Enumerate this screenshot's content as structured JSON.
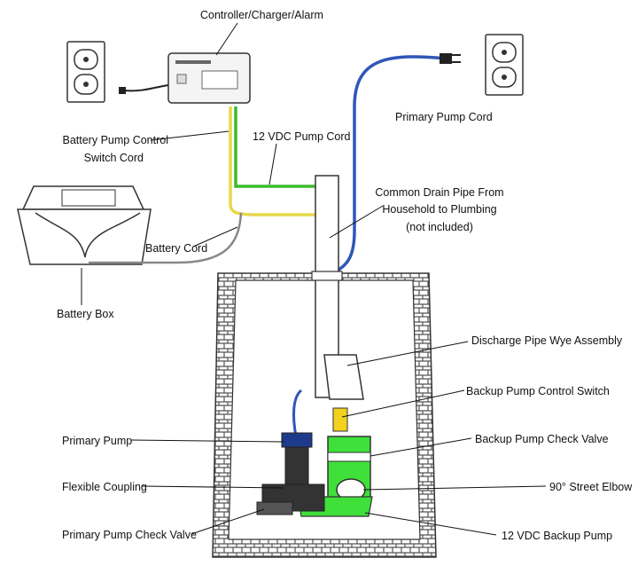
{
  "labels": {
    "controller": "Controller/Charger/Alarm",
    "battery_control_cord_1": "Battery Pump Control",
    "battery_control_cord_2": "Switch Cord",
    "vdc_pump_cord": "12 VDC Pump Cord",
    "primary_pump_cord": "Primary Pump Cord",
    "common_drain_1": "Common Drain Pipe From",
    "common_drain_2": "Household to Plumbing",
    "common_drain_3": "(not included)",
    "battery_cord": "Battery Cord",
    "battery_box": "Battery Box",
    "wye_assembly": "Discharge Pipe Wye Assembly",
    "backup_switch": "Backup Pump Control Switch",
    "backup_check_valve": "Backup Pump Check Valve",
    "primary_pump": "Primary Pump",
    "flexible_coupling": "Flexible Coupling",
    "street_elbow": "90° Street Elbow",
    "primary_check_valve": "Primary Pump Check Valve",
    "backup_pump": "12 VDC Backup Pump"
  },
  "colors": {
    "green_cord": "#3dbb2f",
    "yellow_cord": "#e6d84a",
    "blue_cord": "#2f56b8",
    "backup_pump_green": "#3fe03a",
    "switch_yellow": "#f2d21e",
    "outline": "#333333",
    "pit_texture": "#555555"
  }
}
